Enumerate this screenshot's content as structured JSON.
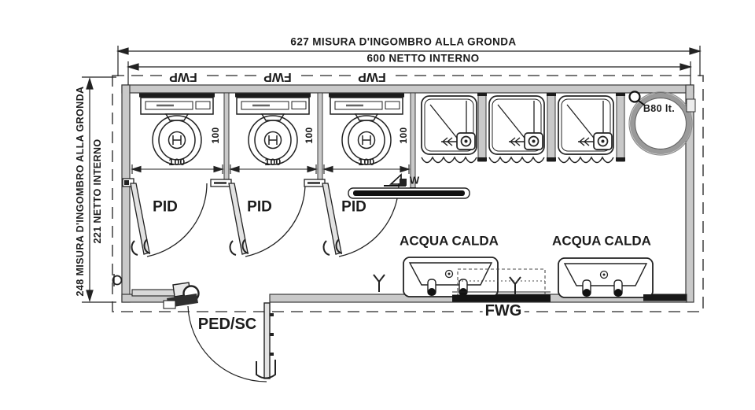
{
  "dimensions": {
    "top_outer": "627 MISURA D'INGOMBRO ALLA GRONDA",
    "top_inner": "600 NETTO INTERNO",
    "side_outer": "248 MISURA D'INGOMBRO ALLA GRONDA",
    "side_inner": "221 NETTO INTERNO",
    "wc_stall_widths": [
      "100",
      "100",
      "100"
    ],
    "wc_stall_depths": [
      "100",
      "100",
      "100"
    ]
  },
  "labels": {
    "wc_module": [
      "FWP",
      "FWP",
      "FWP"
    ],
    "wc_door": [
      "PID",
      "PID",
      "PID"
    ],
    "entry_door": "PED/SC",
    "hot_water": [
      "ACQUA CALDA",
      "ACQUA CALDA"
    ],
    "greywater_module": "FWG",
    "boiler": "B80 lt.",
    "water_point": "W"
  },
  "colors": {
    "line": "#1f1f1f",
    "wall_fill": "#c9c9c9",
    "fixture_dark": "#141414",
    "boiler_ring": "#9a9a9a",
    "background": "#ffffff"
  }
}
